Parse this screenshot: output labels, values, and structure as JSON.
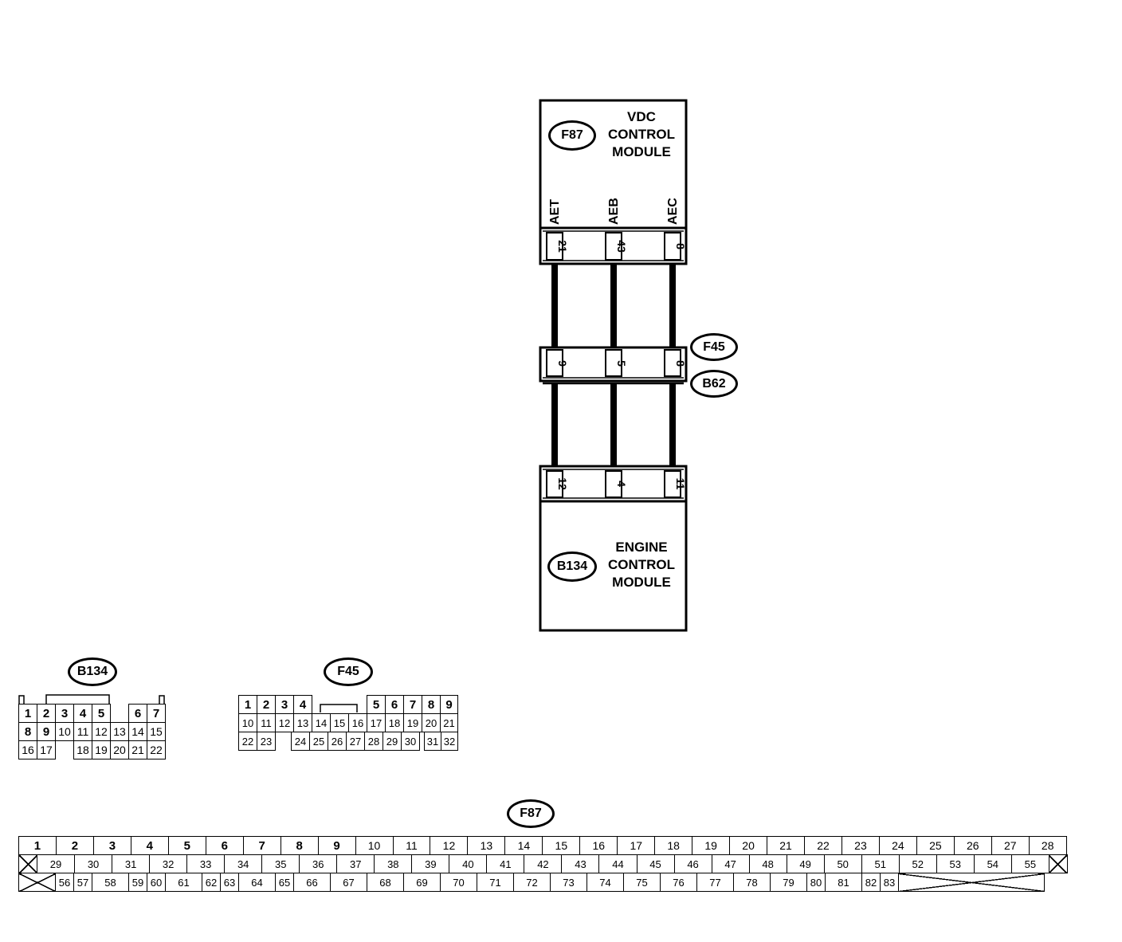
{
  "vdc_module": {
    "connector_id": "F87",
    "title_lines": [
      "VDC",
      "CONTROL",
      "MODULE"
    ],
    "terminals": [
      {
        "signal": "AET",
        "pin": "21"
      },
      {
        "signal": "AEB",
        "pin": "43"
      },
      {
        "signal": "AEC",
        "pin": "8"
      }
    ]
  },
  "joint_connector": {
    "upper_id": "F45",
    "lower_id": "B62",
    "pins": [
      "9",
      "5",
      "8"
    ]
  },
  "engine_module": {
    "connector_id": "B134",
    "title_lines": [
      "ENGINE",
      "CONTROL",
      "MODULE"
    ],
    "pins": [
      "12",
      "4",
      "11"
    ]
  },
  "colors": {
    "line": "#000000",
    "background": "#ffffff"
  },
  "connector_views": {
    "b134": {
      "label": "B134",
      "rows": [
        [
          "1",
          "2",
          "3",
          "4",
          "5",
          "",
          "6",
          "7"
        ],
        [
          "8",
          "9",
          "10",
          "11",
          "12",
          "13",
          "14",
          "15"
        ],
        [
          "16",
          "17",
          "",
          "18",
          "19",
          "20",
          "21",
          "22"
        ]
      ]
    },
    "f45": {
      "label": "F45",
      "rows": [
        [
          "1",
          "2",
          "3",
          "4",
          "",
          "",
          "",
          "5",
          "6",
          "7",
          "8",
          "9"
        ],
        [
          "10",
          "11",
          "12",
          "13",
          "14",
          "15",
          "16",
          "17",
          "18",
          "19",
          "20",
          "21"
        ],
        [
          "22",
          "23",
          "",
          "24",
          "25",
          "26",
          "27",
          "28",
          "29",
          "30",
          "",
          "31",
          "32"
        ]
      ]
    },
    "f87": {
      "label": "F87",
      "rows": [
        [
          "1",
          "2",
          "3",
          "4",
          "5",
          "6",
          "7",
          "8",
          "9",
          "10",
          "11",
          "12",
          "13",
          "14",
          "15",
          "16",
          "17",
          "18",
          "19",
          "20",
          "21",
          "22",
          "23",
          "24",
          "25",
          "26",
          "27",
          "28"
        ],
        [
          "29",
          "30",
          "31",
          "32",
          "33",
          "34",
          "35",
          "36",
          "37",
          "38",
          "39",
          "40",
          "41",
          "42",
          "43",
          "44",
          "45",
          "46",
          "47",
          "48",
          "49",
          "50",
          "51",
          "52",
          "53",
          "54",
          "55"
        ],
        [
          "56",
          "57",
          "58",
          "59",
          "60",
          "61",
          "62",
          "63",
          "64",
          "65",
          "66",
          "67",
          "68",
          "69",
          "70",
          "71",
          "72",
          "73",
          "74",
          "75",
          "76",
          "77",
          "78",
          "79",
          "80",
          "81",
          "82",
          "83"
        ]
      ]
    }
  }
}
